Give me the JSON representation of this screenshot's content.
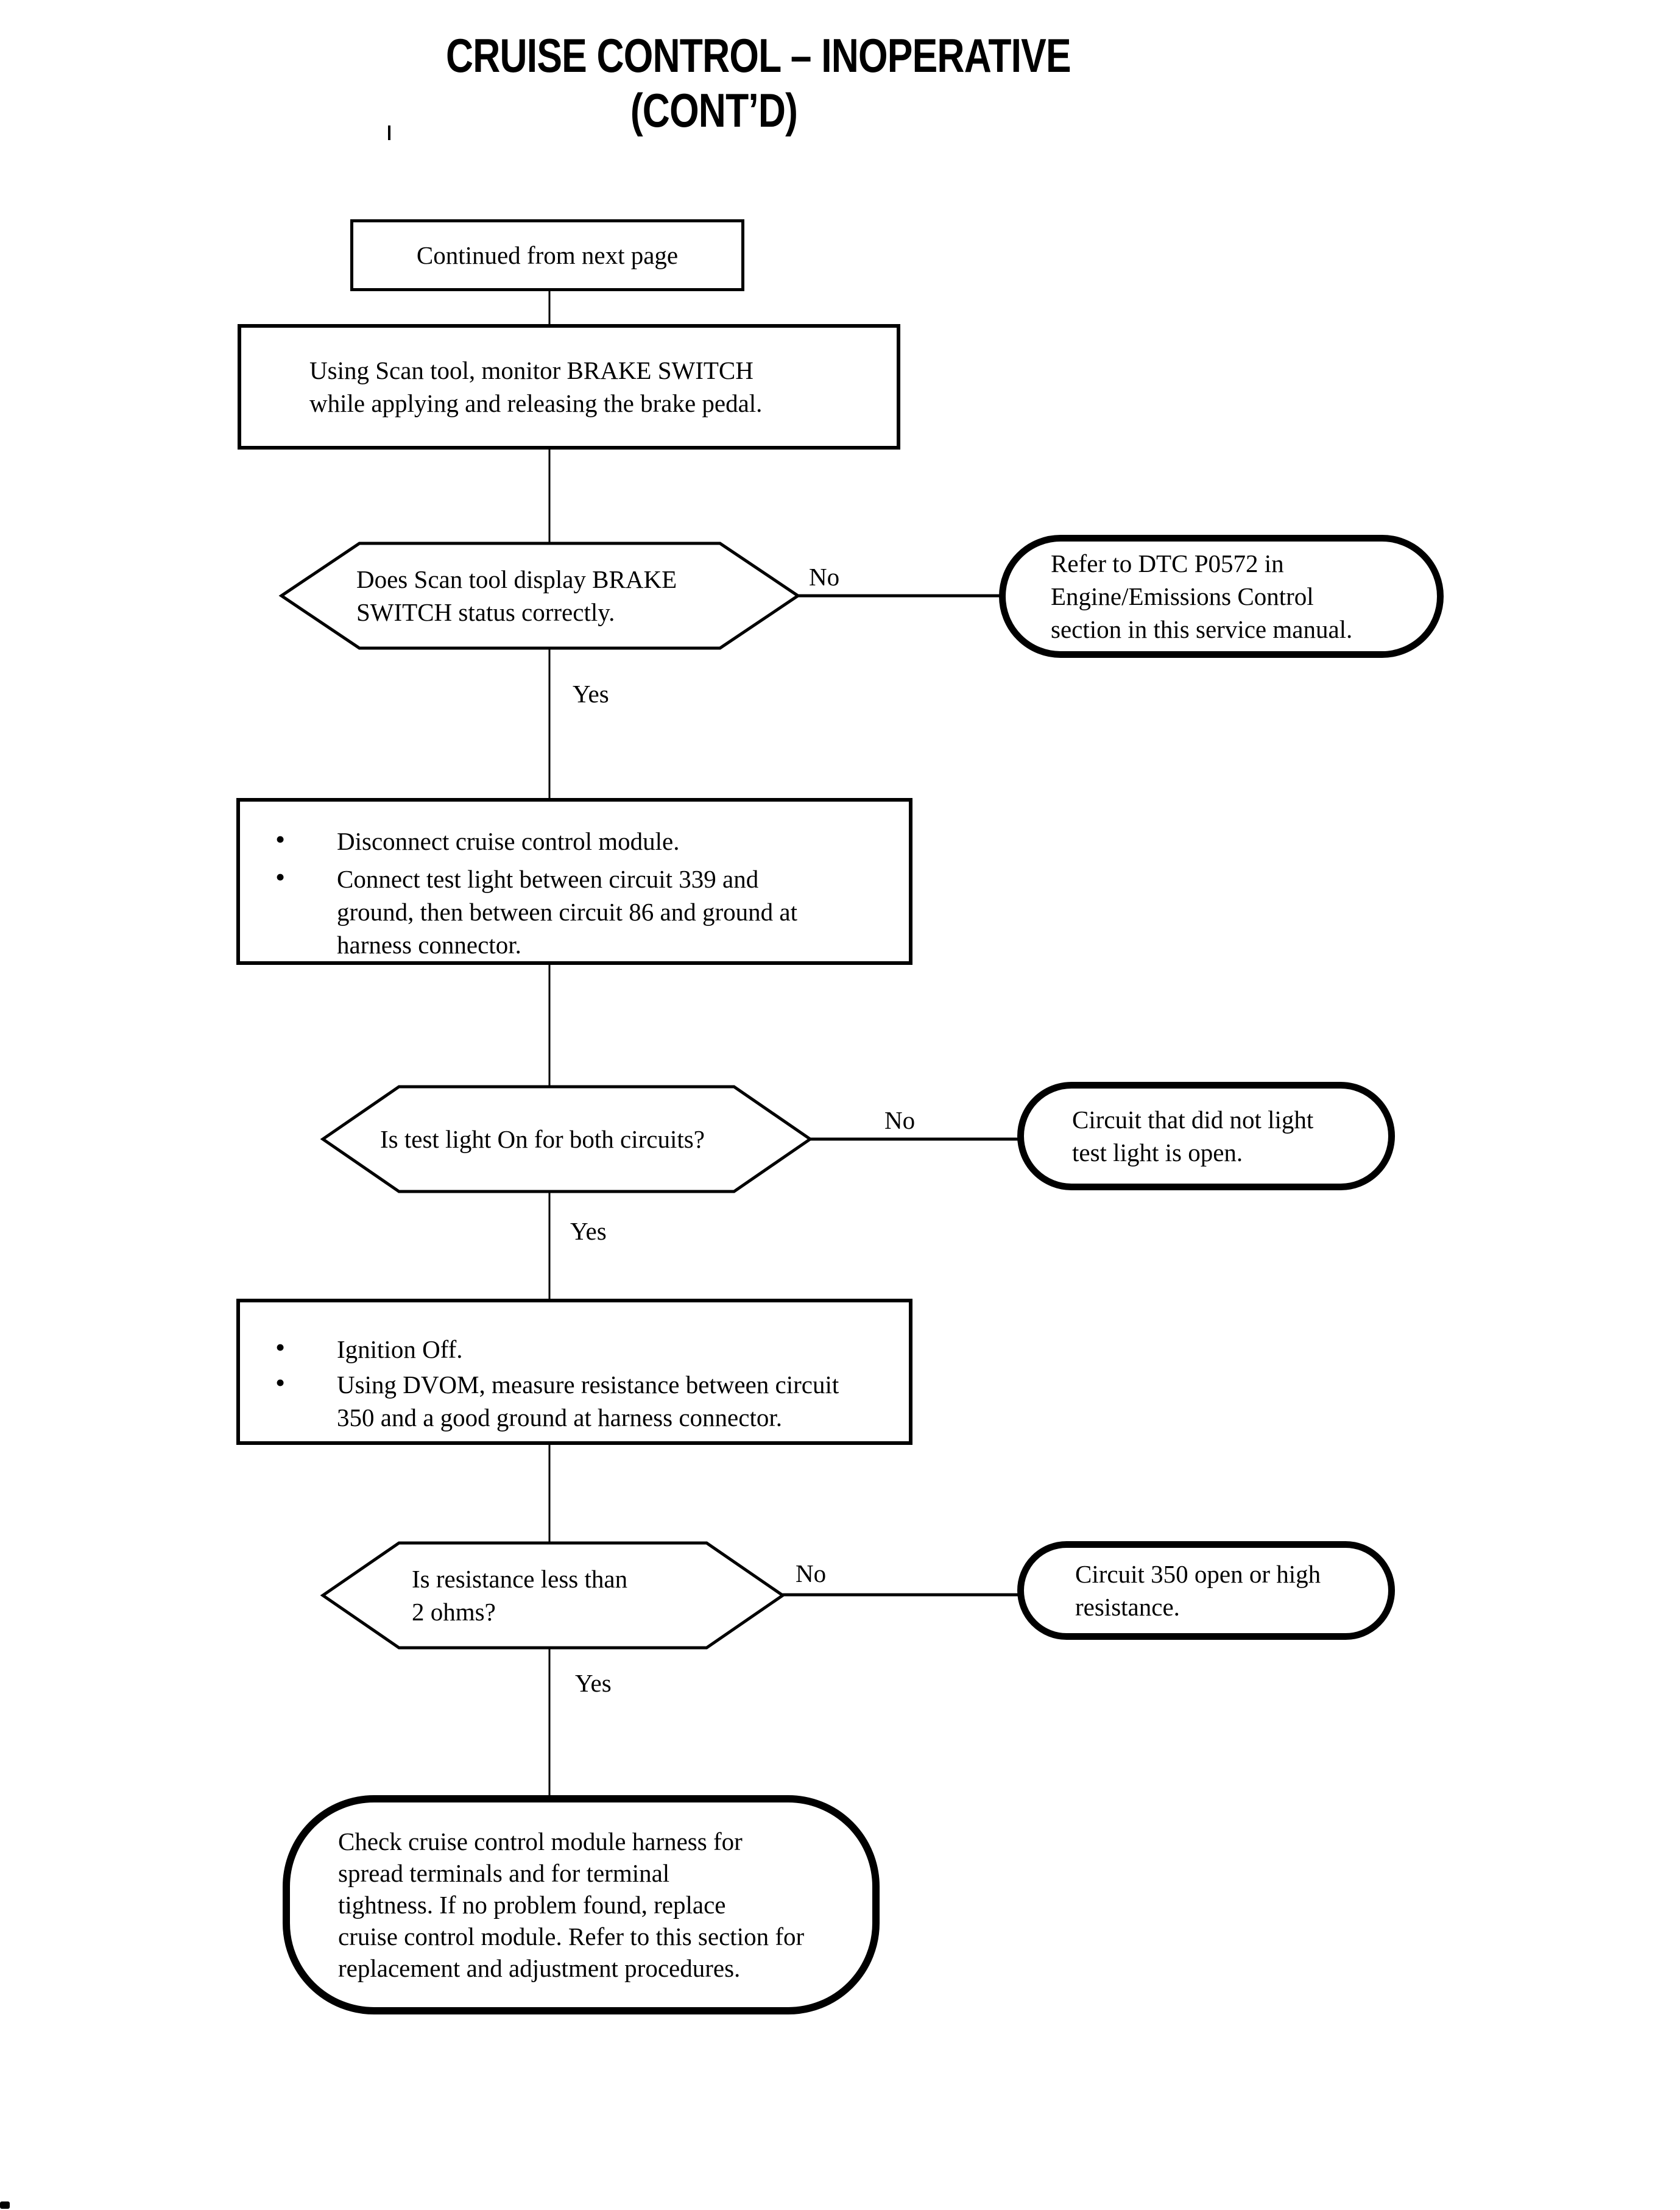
{
  "colors": {
    "ink": "#000000",
    "paper": "#ffffff"
  },
  "title": {
    "line1": "CRUISE CONTROL – INOPERATIVE",
    "line2": "(CONT’D)"
  },
  "flowchart": {
    "start": {
      "text": "Continued from next page"
    },
    "process_scan_tool": {
      "lines": [
        "Using Scan tool, monitor BRAKE SWITCH",
        "while applying and releasing the brake pedal."
      ]
    },
    "decision_brake_switch": {
      "lines": [
        "Does Scan tool display BRAKE",
        "SWITCH status correctly."
      ],
      "yes_label": "Yes",
      "no_label": "No"
    },
    "terminal_dtc": {
      "lines": [
        "Refer to DTC P0572 in",
        "Engine/Emissions Control",
        "section in this service manual."
      ]
    },
    "process_test_light": {
      "bullets": [
        {
          "lines": [
            "Disconnect cruise control module."
          ]
        },
        {
          "lines": [
            "Connect test light between circuit 339 and",
            "ground, then between circuit 86 and ground at",
            "harness connector."
          ]
        }
      ]
    },
    "decision_test_light": {
      "lines": [
        "Is test light On for both circuits?"
      ],
      "yes_label": "Yes",
      "no_label": "No"
    },
    "terminal_circuit_open": {
      "lines": [
        "Circuit that did not light",
        "test light is open."
      ]
    },
    "process_dvom": {
      "bullets": [
        {
          "lines": [
            "Ignition Off."
          ]
        },
        {
          "lines": [
            "Using DVOM, measure resistance between circuit",
            "350 and a good ground at harness connector."
          ]
        }
      ]
    },
    "decision_resistance": {
      "lines": [
        "Is resistance less than",
        "2 ohms?"
      ],
      "yes_label": "Yes",
      "no_label": "No"
    },
    "terminal_circuit_350": {
      "lines": [
        "Circuit 350 open or high",
        "resistance."
      ]
    },
    "final_check": {
      "lines": [
        "Check cruise control module harness for",
        "spread terminals and for terminal",
        "tightness. If no problem found, replace",
        "cruise control module. Refer to this section for",
        "replacement and adjustment procedures."
      ]
    }
  }
}
